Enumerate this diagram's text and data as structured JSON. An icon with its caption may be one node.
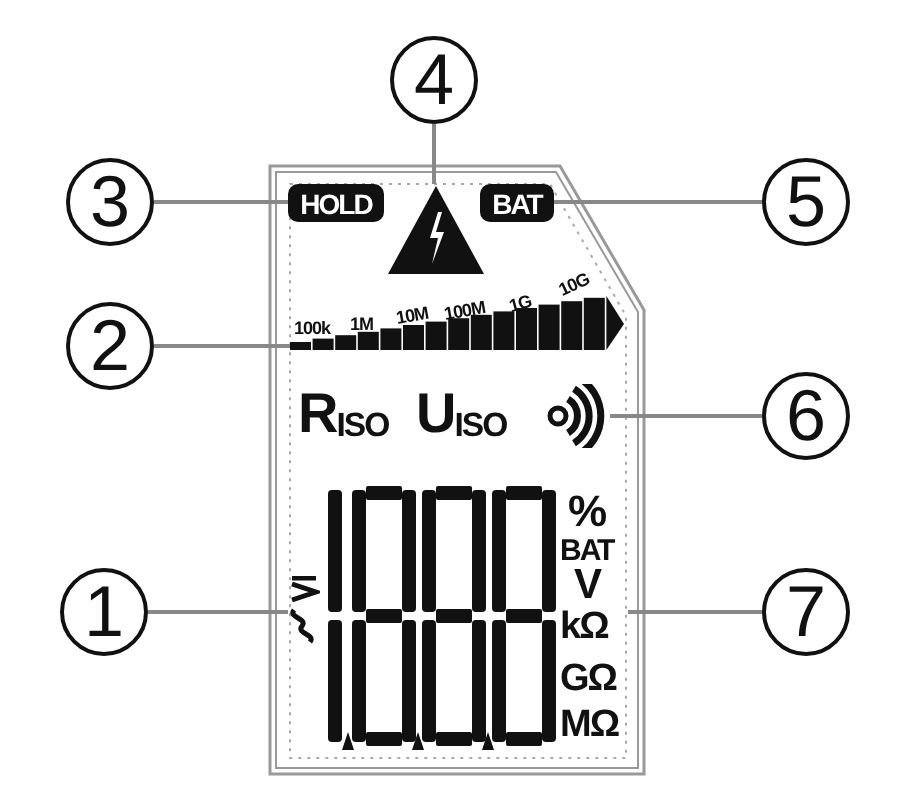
{
  "diagram": {
    "nodes": [
      {
        "text": [
          "3"
        ]
      },
      {
        "text": [
          "HOLD"
        ]
      },
      {
        "text": [
          "4"
        ]
      },
      {
        "text": [],
        "shape": "triangle"
      },
      {
        "text": [
          "BAT"
        ]
      },
      {
        "text": [
          "5"
        ]
      },
      {
        "text": [
          "2"
        ]
      },
      {
        "text": [],
        "shape": "bar"
      },
      {
        "text": [
          "6"
        ]
      },
      {
        "text": [],
        "shape": "icon"
      },
      {
        "text": [
          "1"
        ]
      },
      {
        "text": [],
        "shape": "symbol"
      },
      {
        "text": [
          "7"
        ]
      },
      {
        "text": [
          "kΩ"
        ]
      }
    ],
    "edges": [
      {
        "from": 0,
        "to": 1,
        "arrow": "none"
      },
      {
        "from": 2,
        "to": 3,
        "arrow": "none"
      },
      {
        "from": 5,
        "to": 4,
        "arrow": "none"
      },
      {
        "from": 6,
        "to": 7,
        "arrow": "none"
      },
      {
        "from": 8,
        "to": 9,
        "arrow": "none"
      },
      {
        "from": 10,
        "to": 11,
        "arrow": "none"
      },
      {
        "from": 12,
        "to": 13,
        "arrow": "none"
      }
    ],
    "labels": [
      "100k",
      "1M",
      "10M",
      "100M",
      "1G",
      "10G",
      "R$_{ISO}$",
      "U$_{ISO}$",
      "%",
      "BAT",
      "V",
      "GΩ",
      "MΩ"
    ]
  }
}
